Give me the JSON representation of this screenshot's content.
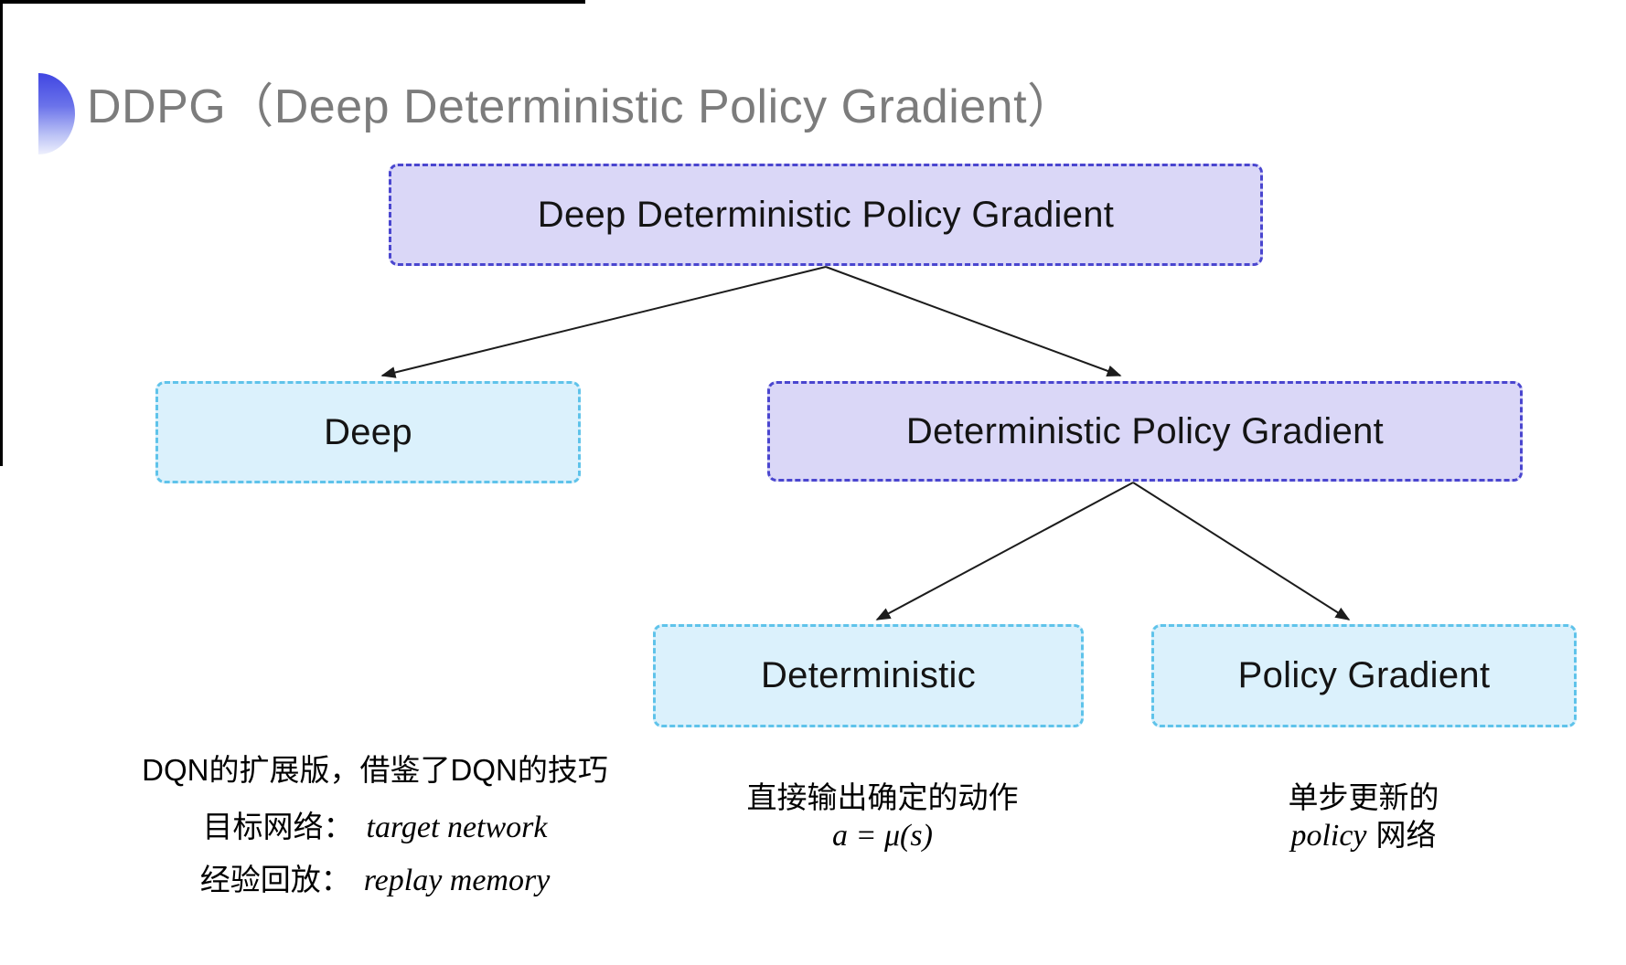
{
  "header": {
    "title": "DDPG（Deep Deterministic Policy Gradient）"
  },
  "tree": {
    "root": {
      "label": "Deep Deterministic Policy Gradient"
    },
    "deep": {
      "label": "Deep"
    },
    "dpg": {
      "label": "Deterministic Policy Gradient"
    },
    "deterministic": {
      "label": "Deterministic"
    },
    "policy_gradient": {
      "label": "Policy Gradient"
    }
  },
  "notes": {
    "deep": {
      "line1": "DQN的扩展版，借鉴了DQN的技巧",
      "line2_label": "目标网络：",
      "line2_term": "target network",
      "line3_label": "经验回放：",
      "line3_term": "replay memory"
    },
    "deterministic": {
      "line1": "直接输出确定的动作",
      "formula": "a = μ(s)"
    },
    "policy_gradient": {
      "line1": "单步更新的",
      "term": "policy",
      "suffix": "网络"
    }
  },
  "colors": {
    "title_gray": "#7c7c7c",
    "ornament_blue": "#4046e2",
    "purple_fill": "#dad7f7",
    "purple_border": "#4a46cf",
    "blue_fill": "#dbf1fc",
    "blue_border": "#5fc3ea",
    "arrow": "#1c1c1c"
  }
}
